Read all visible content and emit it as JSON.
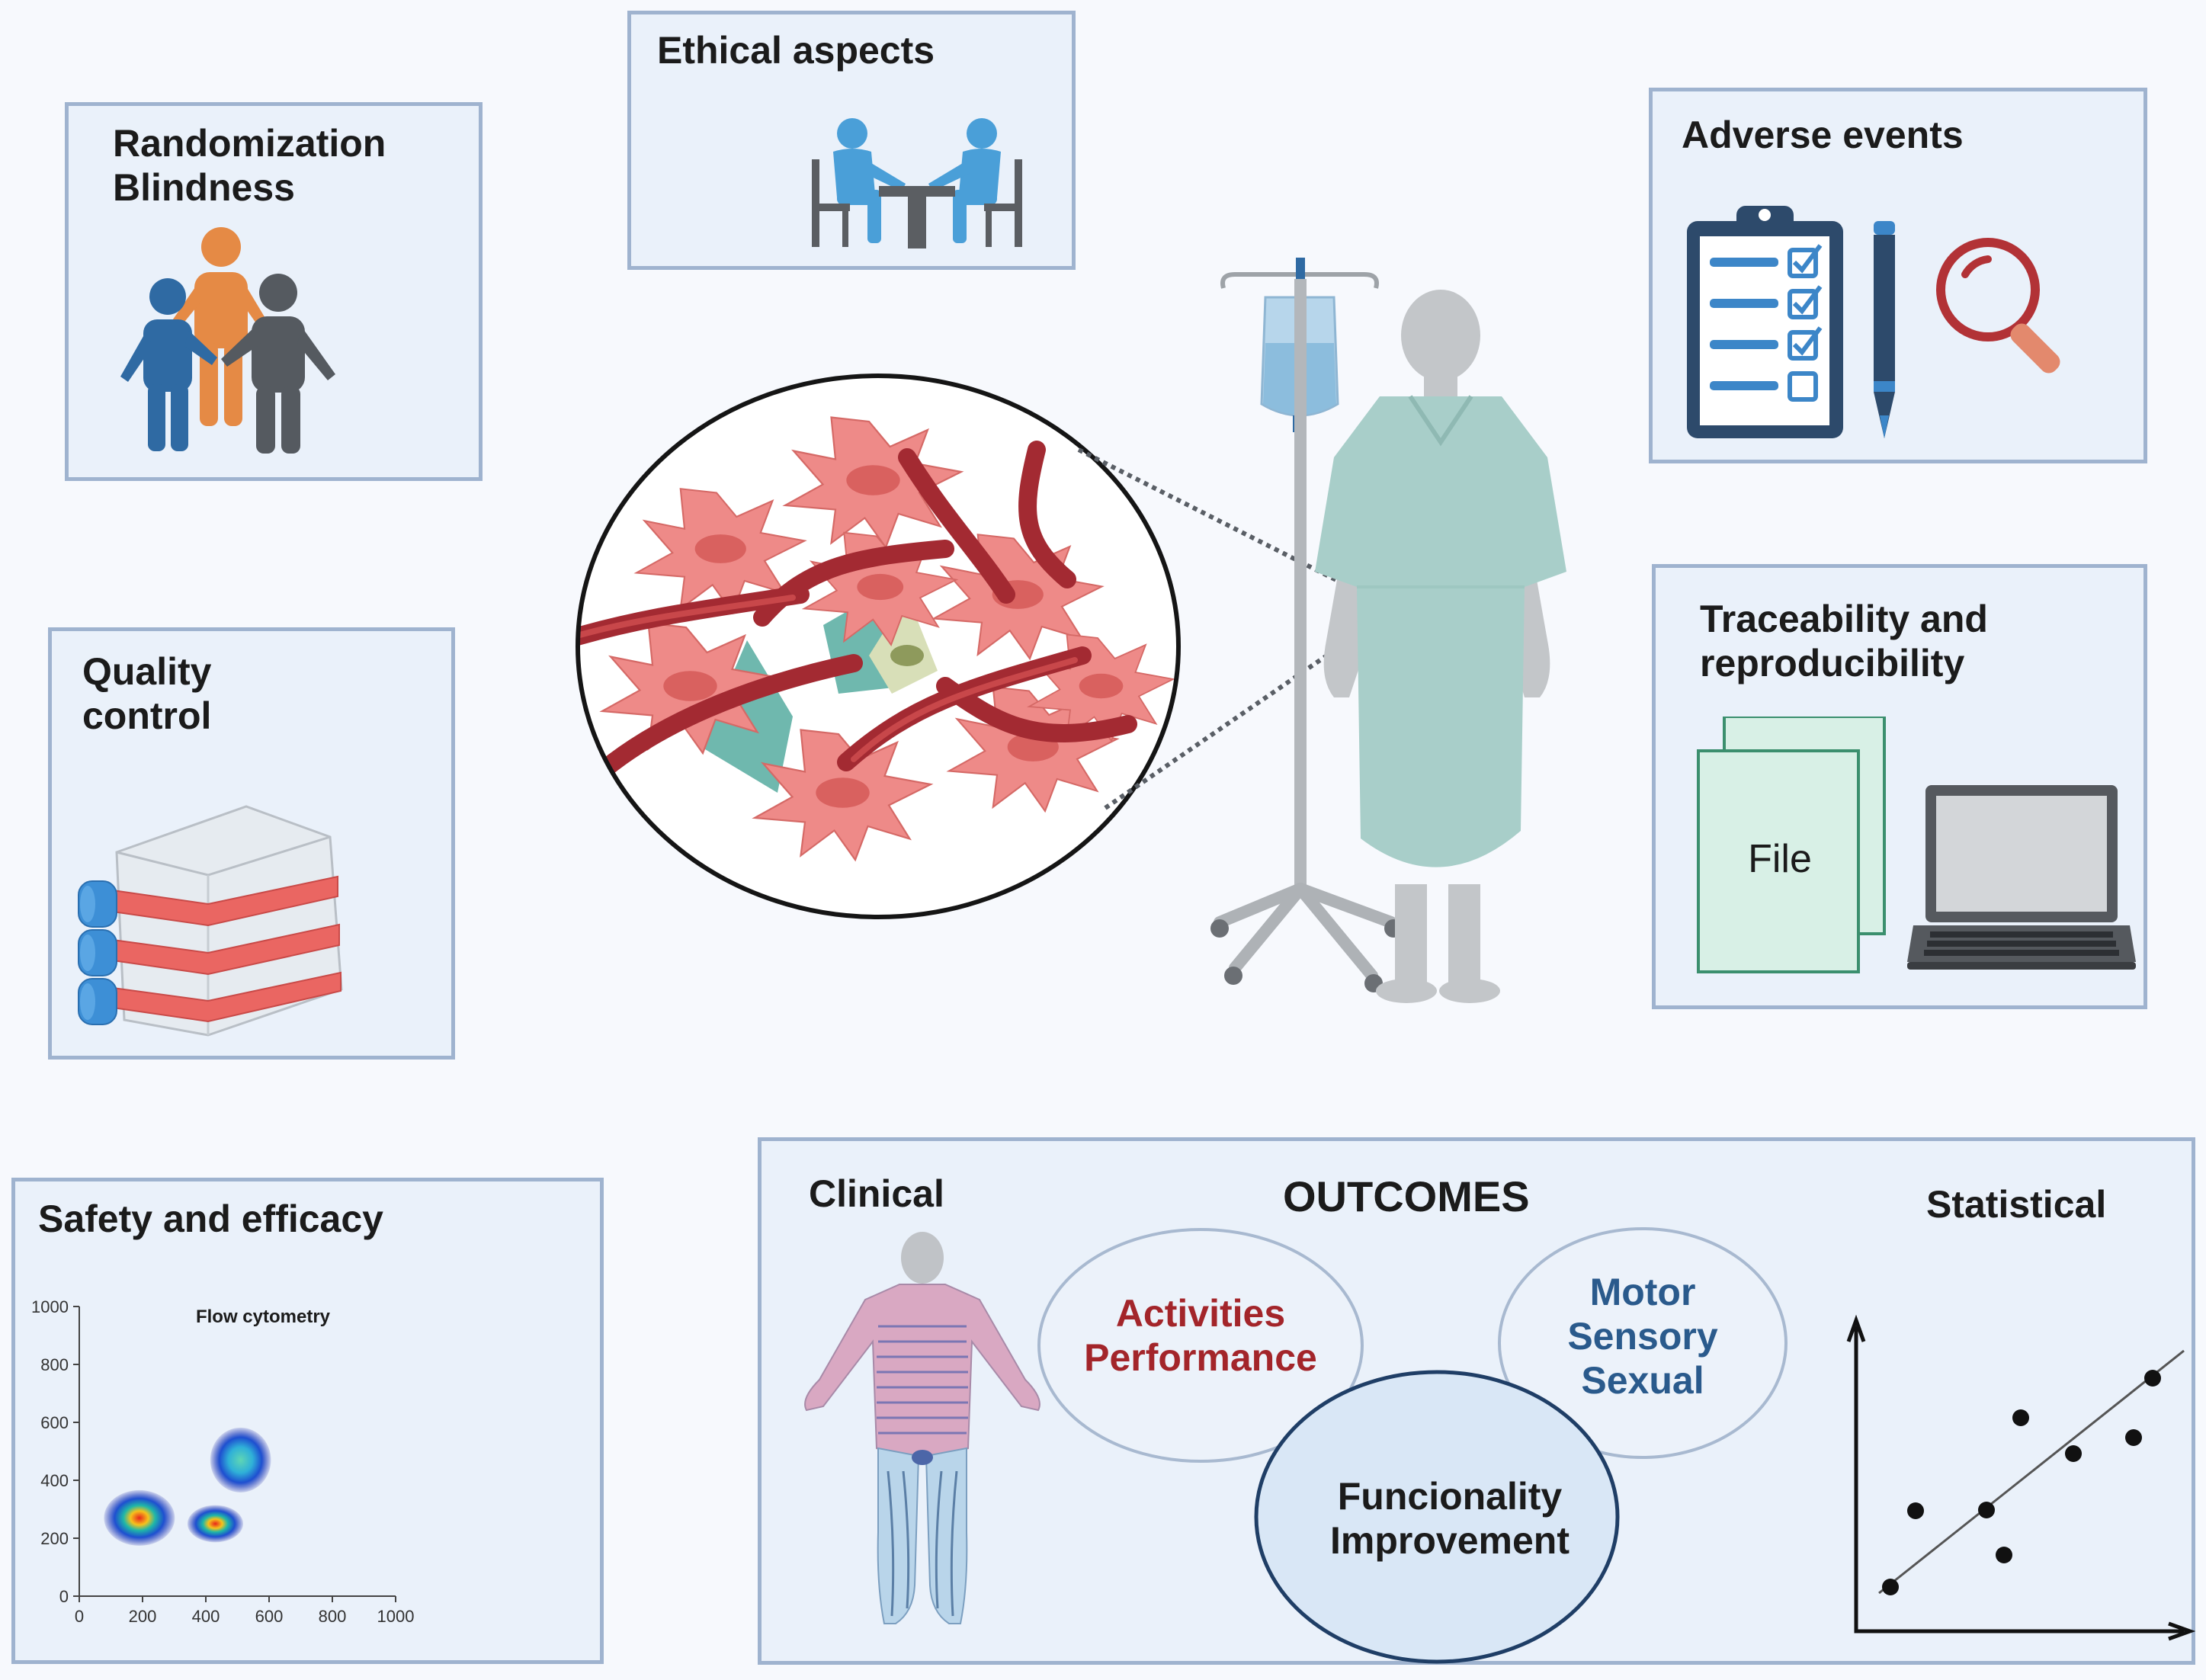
{
  "panels": {
    "randomization": {
      "line1": "Randomization",
      "line2": "Blindness"
    },
    "ethical": {
      "title": "Ethical aspects"
    },
    "adverse": {
      "title": "Adverse events"
    },
    "quality": {
      "line1": "Quality",
      "line2": "control"
    },
    "traceability": {
      "line1": "Traceability and",
      "line2": "reproducibility",
      "file_label": "File"
    },
    "safety": {
      "title": "Safety and efficacy",
      "chart_title": "Flow cytometry",
      "y_ticks": [
        "1000",
        "800",
        "600",
        "400",
        "200",
        "0"
      ],
      "x_ticks": [
        "0",
        "200",
        "400",
        "600",
        "800",
        "1000"
      ]
    },
    "outcomes": {
      "title": "OUTCOMES",
      "clinical": "Clinical",
      "statistical": "Statistical",
      "activities": [
        "Activities",
        "Performance"
      ],
      "motor": [
        "Motor",
        "Sensory",
        "Sexual"
      ],
      "functionality": [
        "Funcionality",
        "Improvement"
      ]
    }
  },
  "colors": {
    "panel_fill": "#eaf1fa",
    "panel_border": "#9fb3cf",
    "cell": "#ee8a88",
    "vessel": "#a32a32",
    "activities_text": "#a3252a",
    "motor_text": "#2a5a8c",
    "gown": "#a8cec9",
    "person_blue": "#2f6aa3",
    "person_orange": "#e58a45",
    "person_gray": "#555a60"
  },
  "chart_data": {
    "type": "scatter",
    "title": "Flow cytometry",
    "xlim": [
      0,
      1000
    ],
    "ylim": [
      0,
      1000
    ],
    "x_ticks": [
      0,
      200,
      400,
      600,
      800,
      1000
    ],
    "y_ticks": [
      0,
      200,
      400,
      600,
      800,
      1000
    ],
    "clusters": [
      {
        "center_x": 190,
        "center_y": 270,
        "spread_x": 70,
        "spread_y": 60
      },
      {
        "center_x": 510,
        "center_y": 470,
        "spread_x": 60,
        "spread_y": 70
      },
      {
        "center_x": 430,
        "center_y": 250,
        "spread_x": 55,
        "spread_y": 40
      }
    ]
  }
}
